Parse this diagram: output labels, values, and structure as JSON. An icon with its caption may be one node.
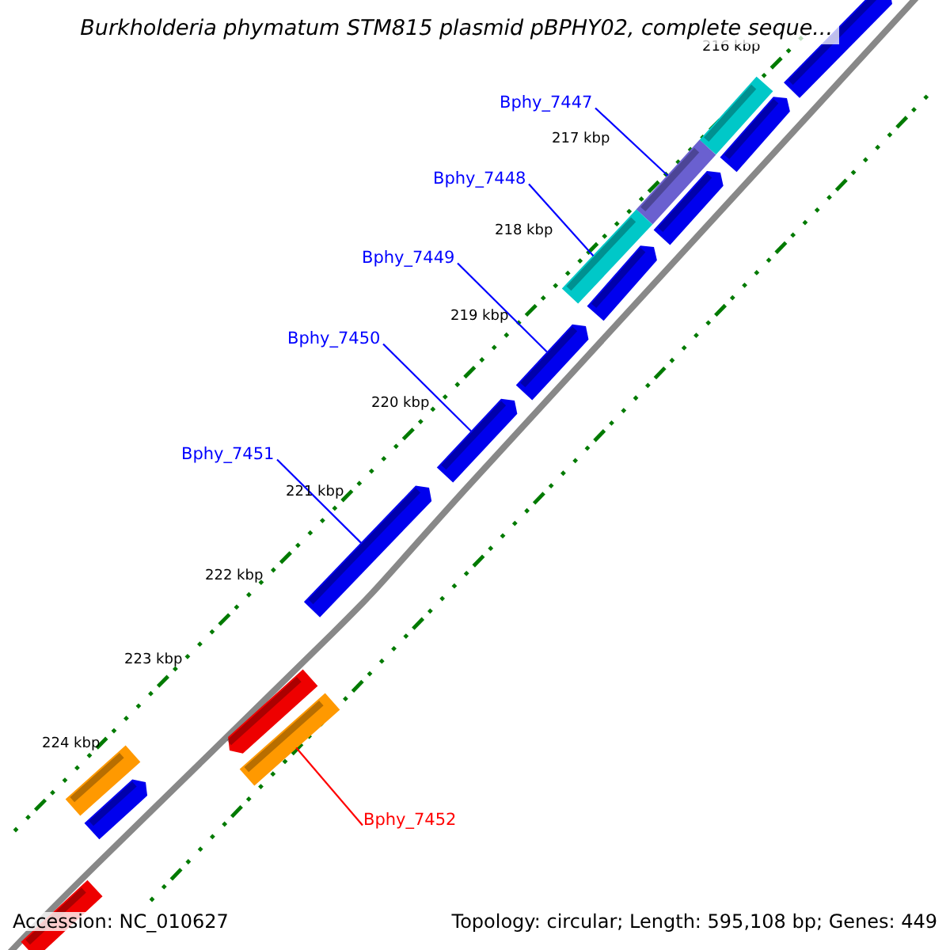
{
  "diagram": {
    "title": "Burkholderia phymatum STM815 plasmid pBPHY02, complete seque...",
    "nodes": [
      {
        "text": [
          "Bphy_7447"
        ]
      },
      {
        "text": [
          "Bphy_7448"
        ]
      },
      {
        "text": [
          "Bphy_7449"
        ]
      },
      {
        "text": [
          "Bphy_7450"
        ]
      },
      {
        "text": [
          "Bphy_7451"
        ]
      },
      {
        "text": [
          "Bphy_7452"
        ]
      },
      {
        "text": [],
        "shape": "bar"
      },
      {
        "text": [],
        "shape": "bar"
      },
      {
        "text": [],
        "shape": "bar"
      },
      {
        "text": [],
        "shape": "bar"
      },
      {
        "text": [],
        "shape": "bar"
      },
      {
        "text": [],
        "shape": "bar"
      },
      {
        "text": [],
        "shape": "bar"
      },
      {
        "text": [],
        "shape": "bar"
      },
      {
        "text": [],
        "shape": "bar"
      },
      {
        "text": [],
        "shape": "bar"
      },
      {
        "text": [],
        "shape": "bar"
      },
      {
        "text": [],
        "shape": "bar"
      },
      {
        "text": [],
        "shape": "bar"
      },
      {
        "text": [],
        "shape": "bar"
      },
      {
        "text": [],
        "shape": "bar"
      }
    ],
    "edges": [
      {
        "from": 0,
        "to": 8,
        "arrow": "none"
      },
      {
        "from": 1,
        "to": 10,
        "arrow": "none"
      },
      {
        "from": 2,
        "to": 13,
        "arrow": "none"
      },
      {
        "from": 3,
        "to": 14,
        "arrow": "none"
      },
      {
        "from": 4,
        "to": 15,
        "arrow": "none"
      },
      {
        "from": 5,
        "to": 17,
        "arrow": "none",
        "color": "#ff0000"
      }
    ],
    "labels": [
      "216 kbp",
      "217 kbp",
      "218 kbp",
      "219 kbp",
      "220 kbp",
      "221 kbp",
      "222 kbp",
      "223 kbp",
      "224 kbp",
      "Accession: NC_010627",
      "Topology: circular; Length: 595,108 bp; Genes: 449"
    ]
  }
}
